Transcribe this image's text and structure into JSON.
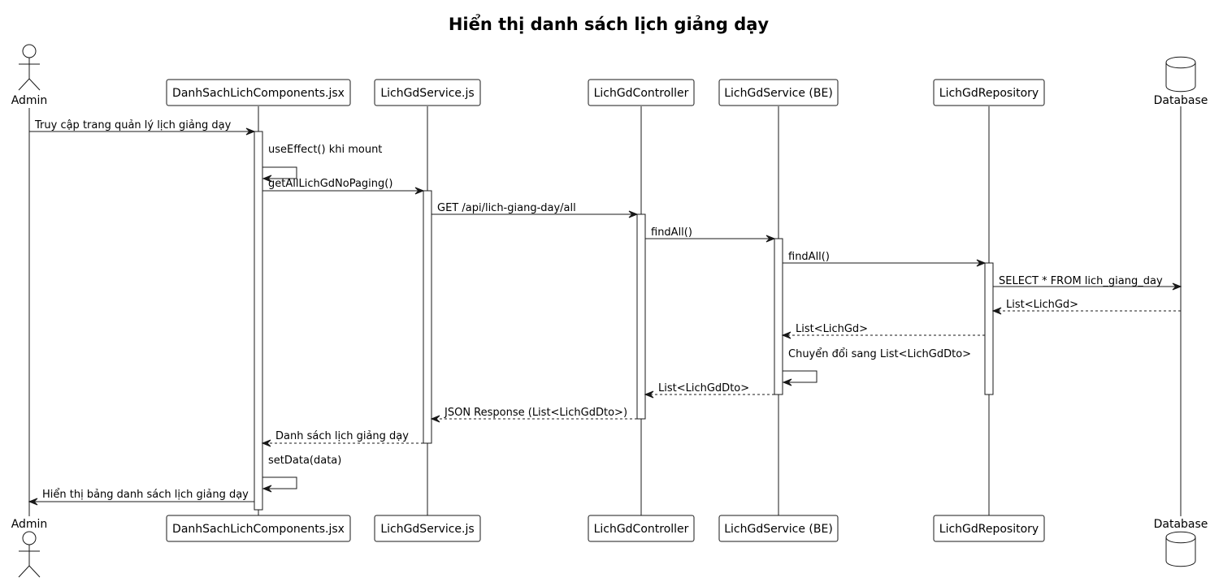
{
  "title": "Hiển thị danh sách lịch giảng dạy",
  "participants": [
    {
      "id": "admin",
      "label": "Admin",
      "kind": "actor"
    },
    {
      "id": "comp",
      "label": "DanhSachLichComponents.jsx",
      "kind": "participant"
    },
    {
      "id": "svcjs",
      "label": "LichGdService.js",
      "kind": "participant"
    },
    {
      "id": "ctrl",
      "label": "LichGdController",
      "kind": "participant"
    },
    {
      "id": "svcbe",
      "label": "LichGdService (BE)",
      "kind": "participant"
    },
    {
      "id": "repo",
      "label": "LichGdRepository",
      "kind": "participant"
    },
    {
      "id": "db",
      "label": "Database",
      "kind": "database"
    }
  ],
  "messages": [
    {
      "from": "admin",
      "to": "comp",
      "label": "Truy cập trang quản lý lịch giảng dạy",
      "type": "sync"
    },
    {
      "from": "comp",
      "to": "comp",
      "label": "useEffect() khi mount",
      "type": "self"
    },
    {
      "from": "comp",
      "to": "svcjs",
      "label": "getAllLichGdNoPaging()",
      "type": "sync"
    },
    {
      "from": "svcjs",
      "to": "ctrl",
      "label": "GET /api/lich-giang-day/all",
      "type": "sync"
    },
    {
      "from": "ctrl",
      "to": "svcbe",
      "label": "findAll()",
      "type": "sync"
    },
    {
      "from": "svcbe",
      "to": "repo",
      "label": "findAll()",
      "type": "sync"
    },
    {
      "from": "repo",
      "to": "db",
      "label": "SELECT * FROM lich_giang_day",
      "type": "sync"
    },
    {
      "from": "db",
      "to": "repo",
      "label": "List<LichGd>",
      "type": "return"
    },
    {
      "from": "repo",
      "to": "svcbe",
      "label": "List<LichGd>",
      "type": "return"
    },
    {
      "from": "svcbe",
      "to": "svcbe",
      "label": "Chuyển đổi sang List<LichGdDto>",
      "type": "self"
    },
    {
      "from": "svcbe",
      "to": "ctrl",
      "label": "List<LichGdDto>",
      "type": "return"
    },
    {
      "from": "ctrl",
      "to": "svcjs",
      "label": "JSON Response (List<LichGdDto>)",
      "type": "return"
    },
    {
      "from": "svcjs",
      "to": "comp",
      "label": "Danh sách lịch giảng dạy",
      "type": "return"
    },
    {
      "from": "comp",
      "to": "comp",
      "label": "setData(data)",
      "type": "self"
    },
    {
      "from": "comp",
      "to": "admin",
      "label": "Hiển thị bảng danh sách lịch giảng dạy",
      "type": "sync"
    }
  ],
  "activations": [
    {
      "participant": "comp",
      "from_message": 0,
      "to_message": 14
    },
    {
      "participant": "svcjs",
      "from_message": 2,
      "to_message": 12
    },
    {
      "participant": "ctrl",
      "from_message": 3,
      "to_message": 11
    },
    {
      "participant": "svcbe",
      "from_message": 4,
      "to_message": 10
    },
    {
      "participant": "repo",
      "from_message": 5,
      "to_message": 10
    }
  ]
}
